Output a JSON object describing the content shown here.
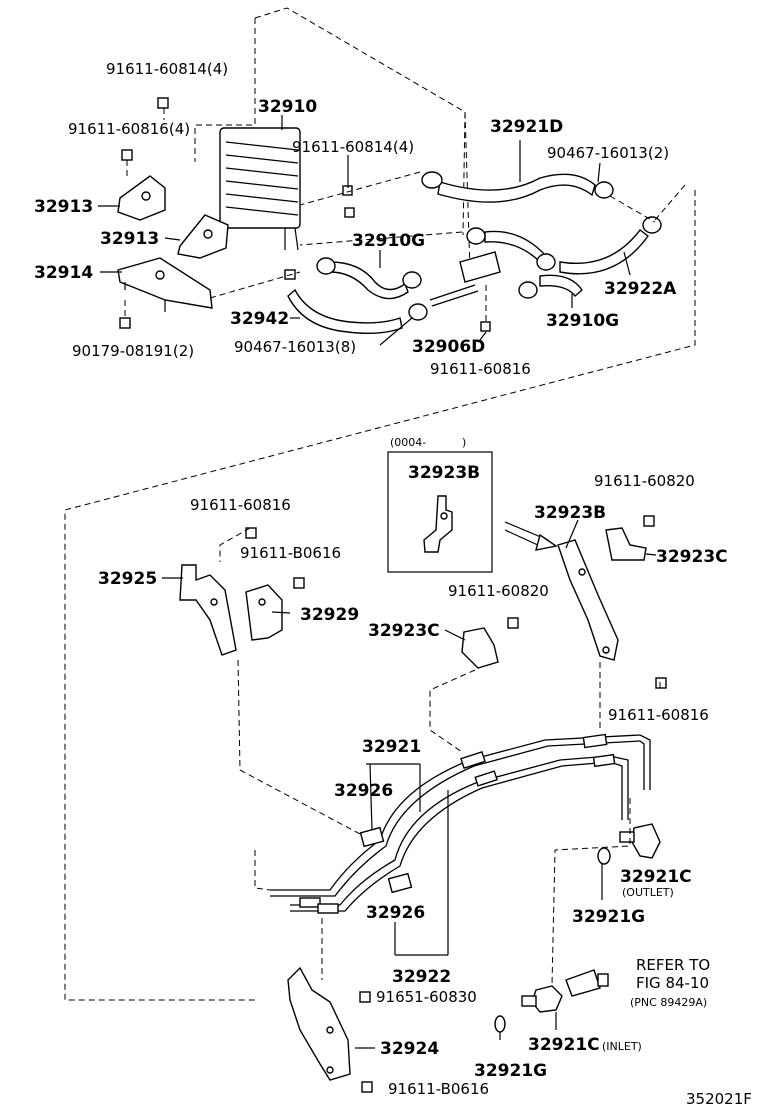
{
  "diagram_id": "352021F",
  "labels": {
    "bolt_top": "91611-60814(4)",
    "bolt_cooler": "91611-60816(4)",
    "cooler": "32910",
    "bolt_side": "91611-60814(4)",
    "hose_d": "32921D",
    "clamp_top": "90467-16013(2)",
    "bracket_upper": "32913",
    "bracket_lower": "32913",
    "hose_g_upper": "32910G",
    "support": "32914",
    "hose_a": "32922A",
    "hose_942": "32942",
    "hose_g_lower": "32910G",
    "bolt_bottom": "90179-08191(2)",
    "clamp_bottom": "90467-16013(8)",
    "bracket_906d": "32906D",
    "bolt_906d": "91611-60816",
    "inset_date": "(0004-",
    "inset_close": ")",
    "inset_part": "32923B",
    "bolt_820a": "91611-60820",
    "bracket_923b": "32923B",
    "bolt_816b": "91611-60816",
    "clamp_923c_right": "32923C",
    "bolt_b0616a": "91611-B0616",
    "bracket_925": "32925",
    "bracket_929": "32929",
    "bolt_820b": "91611-60820",
    "clamp_923c_left": "32923C",
    "bolt_816c": "91611-60816",
    "tube_921": "32921",
    "grommet_upper": "32926",
    "union_outlet": "32921C",
    "outlet_note": "(OUTLET)",
    "gasket_upper": "32921G",
    "grommet_lower": "32926",
    "tube_922": "32922",
    "refer_1": "REFER TO",
    "refer_2": "FIG 84-10",
    "refer_3": "(PNC 89429A)",
    "bolt_830": "91651-60830",
    "bracket_924": "32924",
    "union_inlet": "32921C",
    "inlet_note": "(INLET)",
    "gasket_lower": "32921G",
    "bolt_b0616b": "91611-B0616"
  }
}
